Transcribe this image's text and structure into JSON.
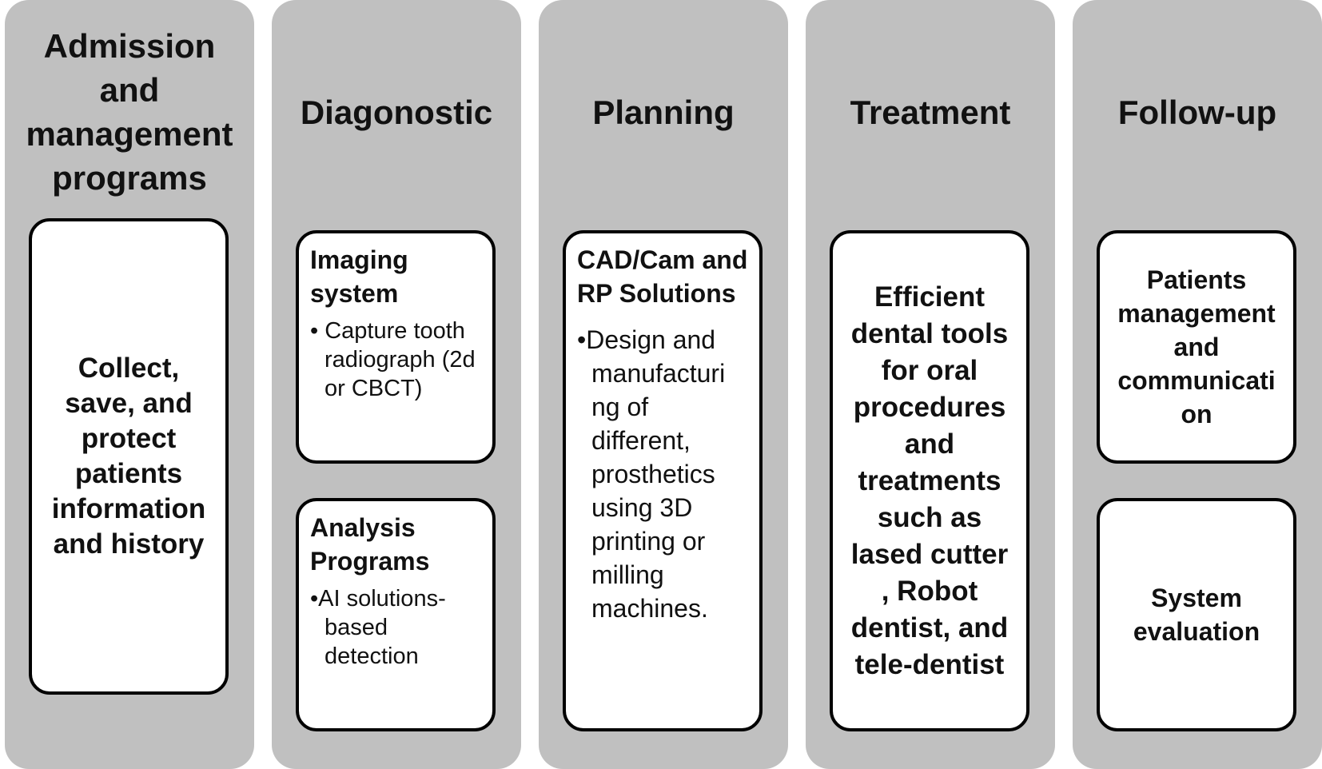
{
  "columns": [
    {
      "heading": "Admission and management programs",
      "boxes": [
        {
          "text": "Collect, save, and protect patients information and history"
        }
      ]
    },
    {
      "heading": "Diagonostic",
      "boxes": [
        {
          "title": "Imaging system",
          "bullet": "• Capture tooth radiograph (2d or CBCT)"
        },
        {
          "title": "Analysis Programs",
          "bullet": "•AI solutions-based detection"
        }
      ]
    },
    {
      "heading": "Planning",
      "boxes": [
        {
          "title": "CAD/Cam and RP Solutions",
          "bullet": "•Design and manufacturi ng of different, prosthetics using 3D printing  or milling machines."
        }
      ]
    },
    {
      "heading": "Treatment",
      "boxes": [
        {
          "text": "Efficient dental tools for oral procedures and treatments such as lased cutter , Robot dentist, and tele-dentist"
        }
      ]
    },
    {
      "heading": "Follow-up",
      "boxes": [
        {
          "text": "Patients management and communicati on"
        },
        {
          "text": "System evaluation"
        }
      ]
    }
  ],
  "colors": {
    "column_bg": "#c0c0c0",
    "box_bg": "#ffffff",
    "box_border": "#000000"
  }
}
